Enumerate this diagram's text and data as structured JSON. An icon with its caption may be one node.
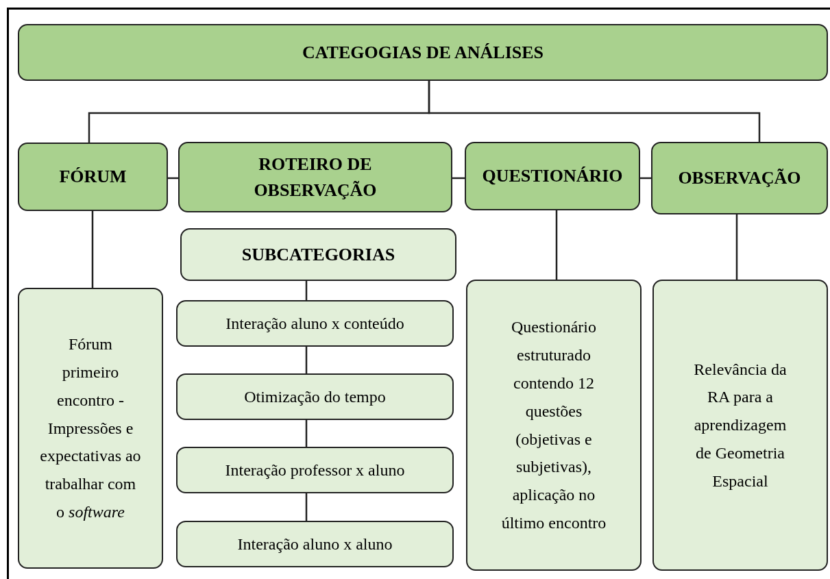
{
  "diagram": {
    "nodes": [
      {
        "text": [
          "CATEGOGIAS DE ANÁLISES"
        ]
      },
      {
        "text": [
          "FÓRUM"
        ]
      },
      {
        "text": [
          "ROTEIRO DE OBSERVAÇÃO"
        ]
      },
      {
        "text": [
          "QUESTIONÁRIO"
        ]
      },
      {
        "text": [
          "OBSERVAÇÃO"
        ]
      },
      {
        "text": [
          "Fórum primeiro encontro - Impressões e expectativas ao trabalhar com o *software*"
        ]
      },
      {
        "text": [
          "SUBCATEGORIAS"
        ]
      },
      {
        "text": [
          "Interação aluno x conteúdo"
        ]
      },
      {
        "text": [
          "Otimização do tempo"
        ]
      },
      {
        "text": [
          "Interação professor x aluno"
        ]
      },
      {
        "text": [
          "Interação aluno x aluno"
        ]
      },
      {
        "text": [
          "Questionário estruturado contendo 12 questões (objetivas e subjetivas), aplicação no último encontro"
        ]
      },
      {
        "text": [
          "Relevância da RA para a aprendizagem de Geometria Espacial"
        ]
      }
    ],
    "edges": [
      {
        "from": 0,
        "to": 1,
        "arrow": "none"
      },
      {
        "from": 0,
        "to": 4,
        "arrow": "none"
      },
      {
        "from": 1,
        "to": 2,
        "arrow": "none"
      },
      {
        "from": 2,
        "to": 3,
        "arrow": "none"
      },
      {
        "from": 3,
        "to": 4,
        "arrow": "none"
      },
      {
        "from": 1,
        "to": 5,
        "arrow": "none"
      },
      {
        "from": 6,
        "to": 7,
        "arrow": "none"
      },
      {
        "from": 7,
        "to": 8,
        "arrow": "none"
      },
      {
        "from": 8,
        "to": 9,
        "arrow": "none"
      },
      {
        "from": 9,
        "to": 10,
        "arrow": "none"
      },
      {
        "from": 3,
        "to": 11,
        "arrow": "none"
      },
      {
        "from": 4,
        "to": 12,
        "arrow": "none"
      }
    ]
  }
}
